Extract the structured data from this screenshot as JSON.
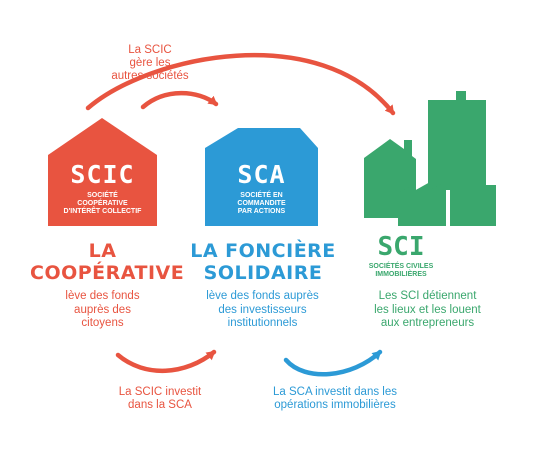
{
  "top_note": [
    "La SCIC",
    "gère les",
    "autres sociétés"
  ],
  "scic": {
    "code": "SCIC",
    "sub": [
      "SOCIÉTÉ",
      "COOPÉRATIVE",
      "D'INTÉRÊT COLLECTIF"
    ],
    "title": [
      "LA",
      "COOPÉRATIVE"
    ],
    "desc": [
      "lève des fonds",
      "auprès des",
      "citoyens"
    ]
  },
  "sca": {
    "code": "SCA",
    "sub": [
      "SOCIÉTÉ EN",
      "COMMANDITE",
      "PAR ACTIONS"
    ],
    "title": [
      "LA FONCIÈRE",
      "SOLIDAIRE"
    ],
    "desc": [
      "lève des fonds auprès",
      "des investisseurs",
      "institutionnels"
    ]
  },
  "sci": {
    "code": "SCI",
    "sub": [
      "SOCIÉTÉS CIVILES",
      "IMMOBILIÈRES"
    ],
    "desc": [
      "Les SCI détiennent",
      "les lieux et les louent",
      "aux entrepreneurs"
    ]
  },
  "bottom_left_note": [
    "La SCIC investit",
    "dans la SCA"
  ],
  "bottom_right_note": [
    "La SCA investit dans les",
    "opérations immobilières"
  ],
  "colors": {
    "red": "#e85440",
    "blue": "#2c9ad6",
    "green": "#3aa76d"
  }
}
